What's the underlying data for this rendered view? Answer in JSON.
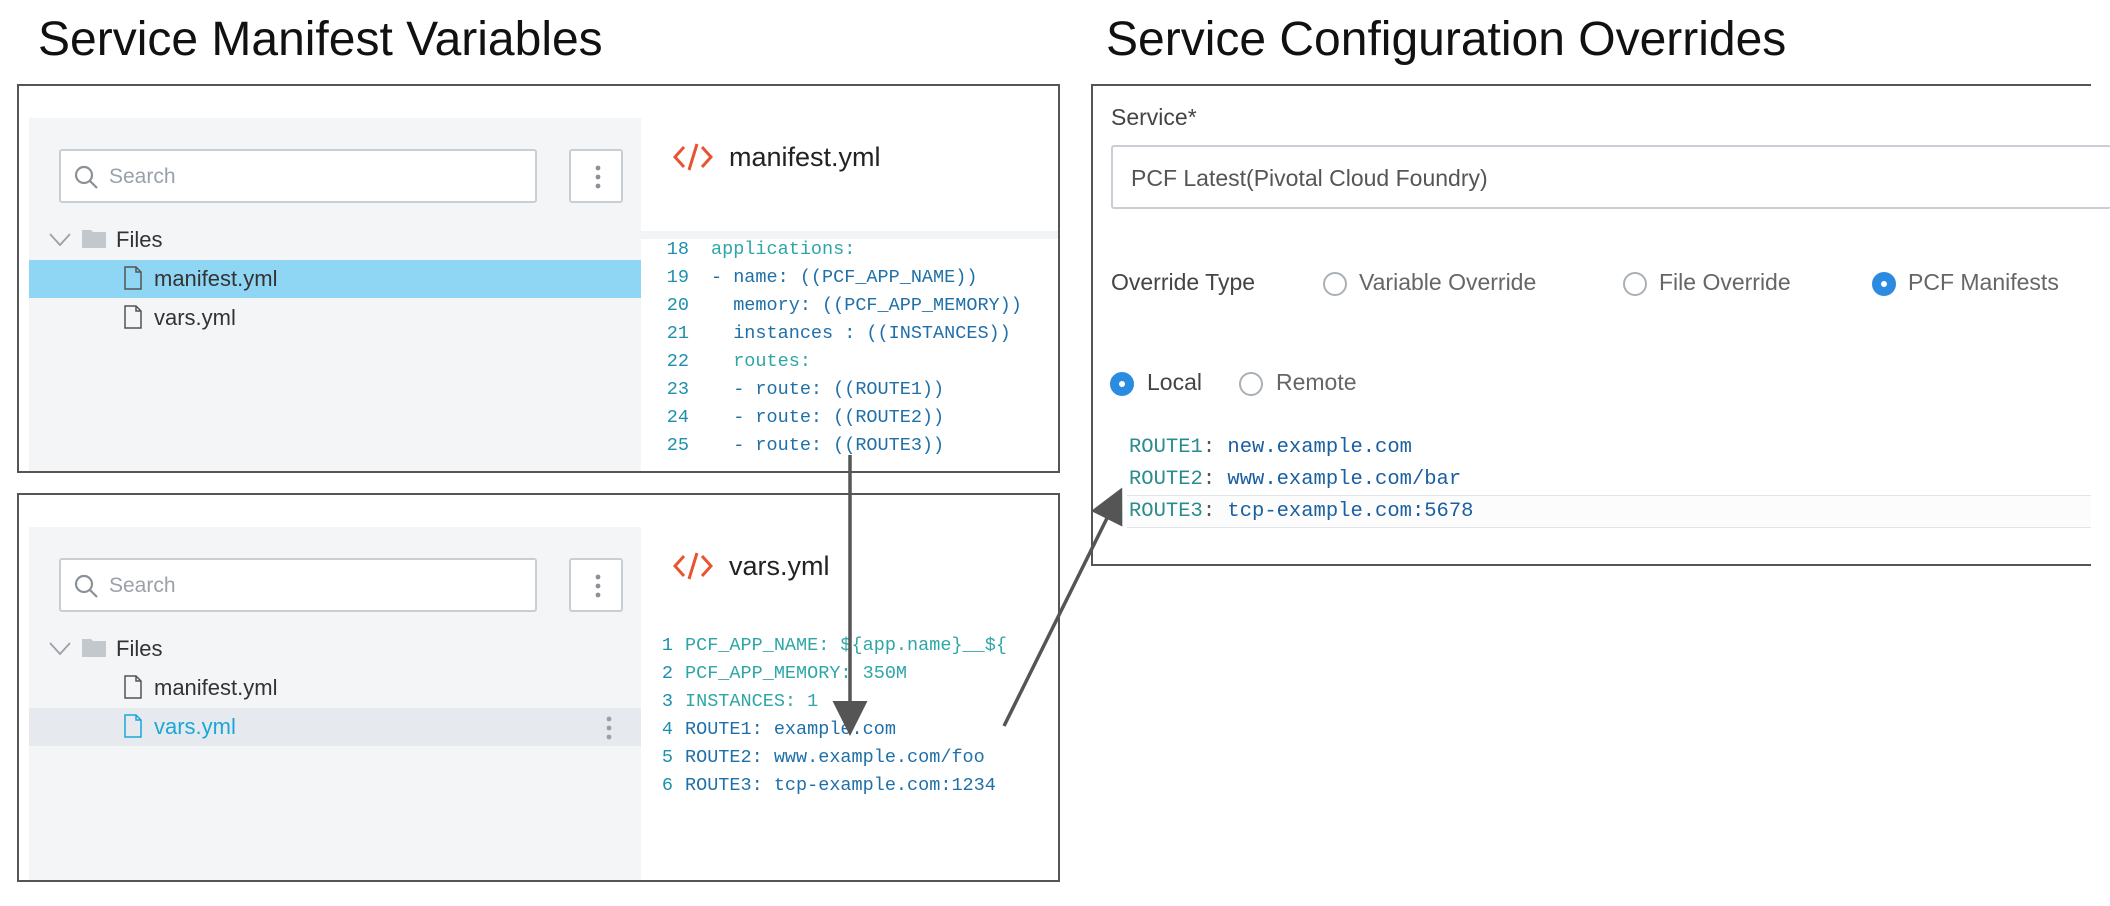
{
  "headings": {
    "left": "Service Manifest Variables",
    "right": "Service Configuration Overrides"
  },
  "top_panel": {
    "search_placeholder": "Search",
    "tree": {
      "folder": "Files",
      "files": [
        "manifest.yml",
        "vars.yml"
      ],
      "selected": "manifest.yml"
    },
    "editor_title": "manifest.yml",
    "code": [
      {
        "ln": "18",
        "text": "applications:"
      },
      {
        "ln": "19",
        "text": "- name: ((PCF_APP_NAME))"
      },
      {
        "ln": "20",
        "text": "  memory: ((PCF_APP_MEMORY))"
      },
      {
        "ln": "21",
        "text": "  instances : ((INSTANCES))"
      },
      {
        "ln": "22",
        "text": "  routes:"
      },
      {
        "ln": "23",
        "text": "  - route: ((ROUTE1))"
      },
      {
        "ln": "24",
        "text": "  - route: ((ROUTE2))"
      },
      {
        "ln": "25",
        "text": "  - route: ((ROUTE3))"
      }
    ]
  },
  "bottom_panel": {
    "search_placeholder": "Search",
    "tree": {
      "folder": "Files",
      "files": [
        "manifest.yml",
        "vars.yml"
      ],
      "selected": "vars.yml"
    },
    "editor_title": "vars.yml",
    "code": [
      {
        "ln": "1",
        "text": "PCF_APP_NAME: ${app.name}__${"
      },
      {
        "ln": "2",
        "text": "PCF_APP_MEMORY: 350M"
      },
      {
        "ln": "3",
        "text": "INSTANCES: 1"
      },
      {
        "ln": "4",
        "text": "ROUTE1: example.com"
      },
      {
        "ln": "5",
        "text": "ROUTE2: www.example.com/foo"
      },
      {
        "ln": "6",
        "text": "ROUTE3: tcp-example.com:1234"
      }
    ]
  },
  "overrides": {
    "service_label": "Service*",
    "service_value": "PCF Latest(Pivotal Cloud Foundry)",
    "override_type_label": "Override Type",
    "override_options": [
      {
        "label": "Variable Override",
        "selected": false
      },
      {
        "label": "File Override",
        "selected": false
      },
      {
        "label": "PCF Manifests",
        "selected": true
      }
    ],
    "source_options": [
      {
        "label": "Local",
        "selected": true
      },
      {
        "label": "Remote",
        "selected": false
      }
    ],
    "yaml": [
      {
        "key": "ROUTE1",
        "value": "new.example.com"
      },
      {
        "key": "ROUTE2",
        "value": "www.example.com/bar"
      },
      {
        "key": "ROUTE3",
        "value": "tcp-example.com:5678"
      }
    ]
  },
  "colors": {
    "accent": "#2b8be0",
    "selected_row": "#8fd6f4",
    "code_icon": "#e8542f",
    "link_text": "#1aa7d8"
  },
  "icons": [
    "search-icon",
    "kebab-menu-icon",
    "chevron-down-icon",
    "folder-icon",
    "file-icon",
    "code-icon"
  ]
}
